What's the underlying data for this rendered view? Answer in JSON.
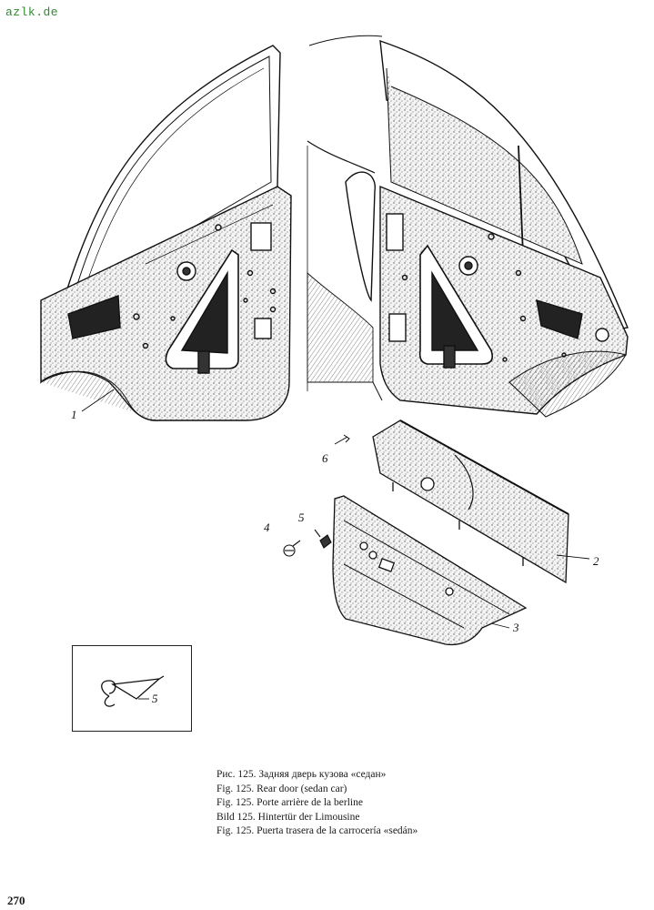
{
  "watermark": "azlk.de",
  "callouts": {
    "c1": "1",
    "c2": "2",
    "c3": "3",
    "c4": "4",
    "c5": "5",
    "c6": "6",
    "inset5": "5"
  },
  "caption": [
    "Рис. 125. Задняя дверь кузова «седан»",
    "Fig. 125. Rear door (sedan car)",
    "Fig. 125. Porte arrière de la berline",
    "Bild 125. Hintertür der Limousine",
    "Fig. 125. Puerta trasera de la carrocería «sedán»"
  ],
  "page_number": "270"
}
